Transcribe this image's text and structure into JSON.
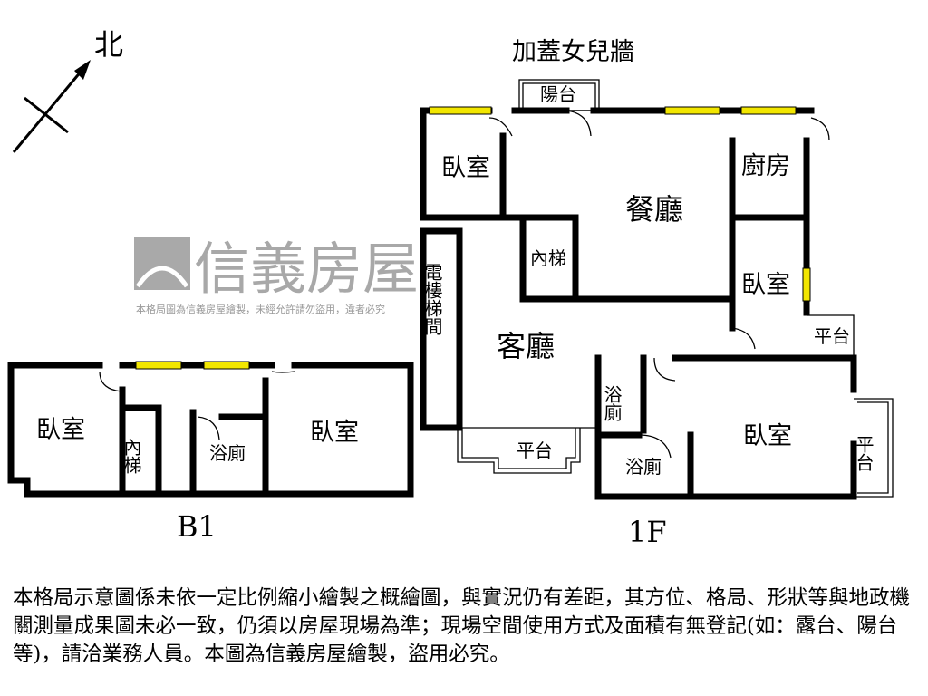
{
  "compass": {
    "label": "北"
  },
  "roof_note": "加蓋女兒牆",
  "watermark": {
    "brand": "信義房屋",
    "notice": "本格局圖為信義房屋繪製，未經允許請勿盜用，違者必究"
  },
  "floor_1f": {
    "label": "1F",
    "rooms": {
      "balcony_top": "陽台",
      "bedroom_nw": "臥室",
      "dining": "餐廳",
      "kitchen": "廚房",
      "inner_stair": "內梯",
      "bedroom_e": "臥室",
      "elevator": "電樓梯間",
      "living": "客廳",
      "platform_e": "平台",
      "bath_1": "浴廁",
      "bedroom_se": "臥室",
      "platform_s": "平台",
      "bath_2": "浴廁",
      "platform_se": "平台"
    }
  },
  "floor_b1": {
    "label": "B1",
    "rooms": {
      "bedroom_w": "臥室",
      "inner_stair": "內梯",
      "bath": "浴廁",
      "bedroom_e": "臥室"
    }
  },
  "disclaimer": "本格局示意圖係未依一定比例縮小繪製之概繪圖，與實況仍有差距，其方位、格局、形狀等與地政機關測量成果圖未必一致，仍須以房屋現場為準；現場空間使用方式及面積有無登記(如：露台、陽台等)，請洽業務人員。本圖為信義房屋繪製，盜用必究。",
  "colors": {
    "wall": "#000000",
    "window": "#f2e600",
    "watermark": "#9a9a9a"
  }
}
